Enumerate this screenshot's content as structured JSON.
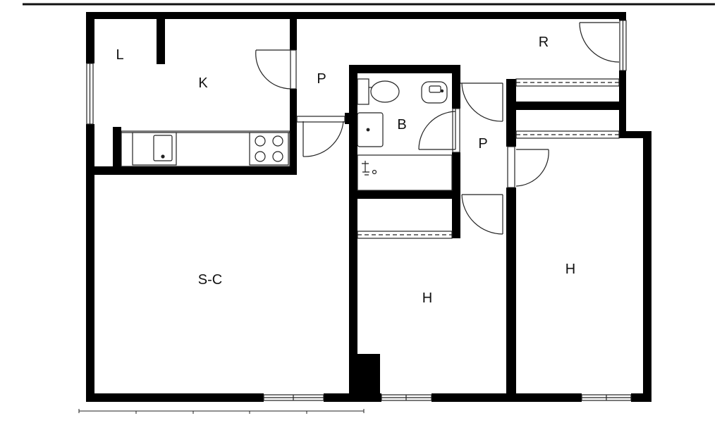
{
  "floor_plan": {
    "rooms": [
      {
        "id": "living-dining",
        "label": "S-C"
      },
      {
        "id": "kitchen",
        "label": "K"
      },
      {
        "id": "laundry",
        "label": "L"
      },
      {
        "id": "hall-entry",
        "label": "P"
      },
      {
        "id": "bathroom",
        "label": "B"
      },
      {
        "id": "hall-inner",
        "label": "P"
      },
      {
        "id": "storage",
        "label": "R"
      },
      {
        "id": "bedroom-1",
        "label": "H"
      },
      {
        "id": "bedroom-2",
        "label": "H"
      }
    ]
  },
  "colors": {
    "wall": "#000000",
    "background": "#ffffff",
    "line": "#222222",
    "counter": "#f2f2f2"
  }
}
